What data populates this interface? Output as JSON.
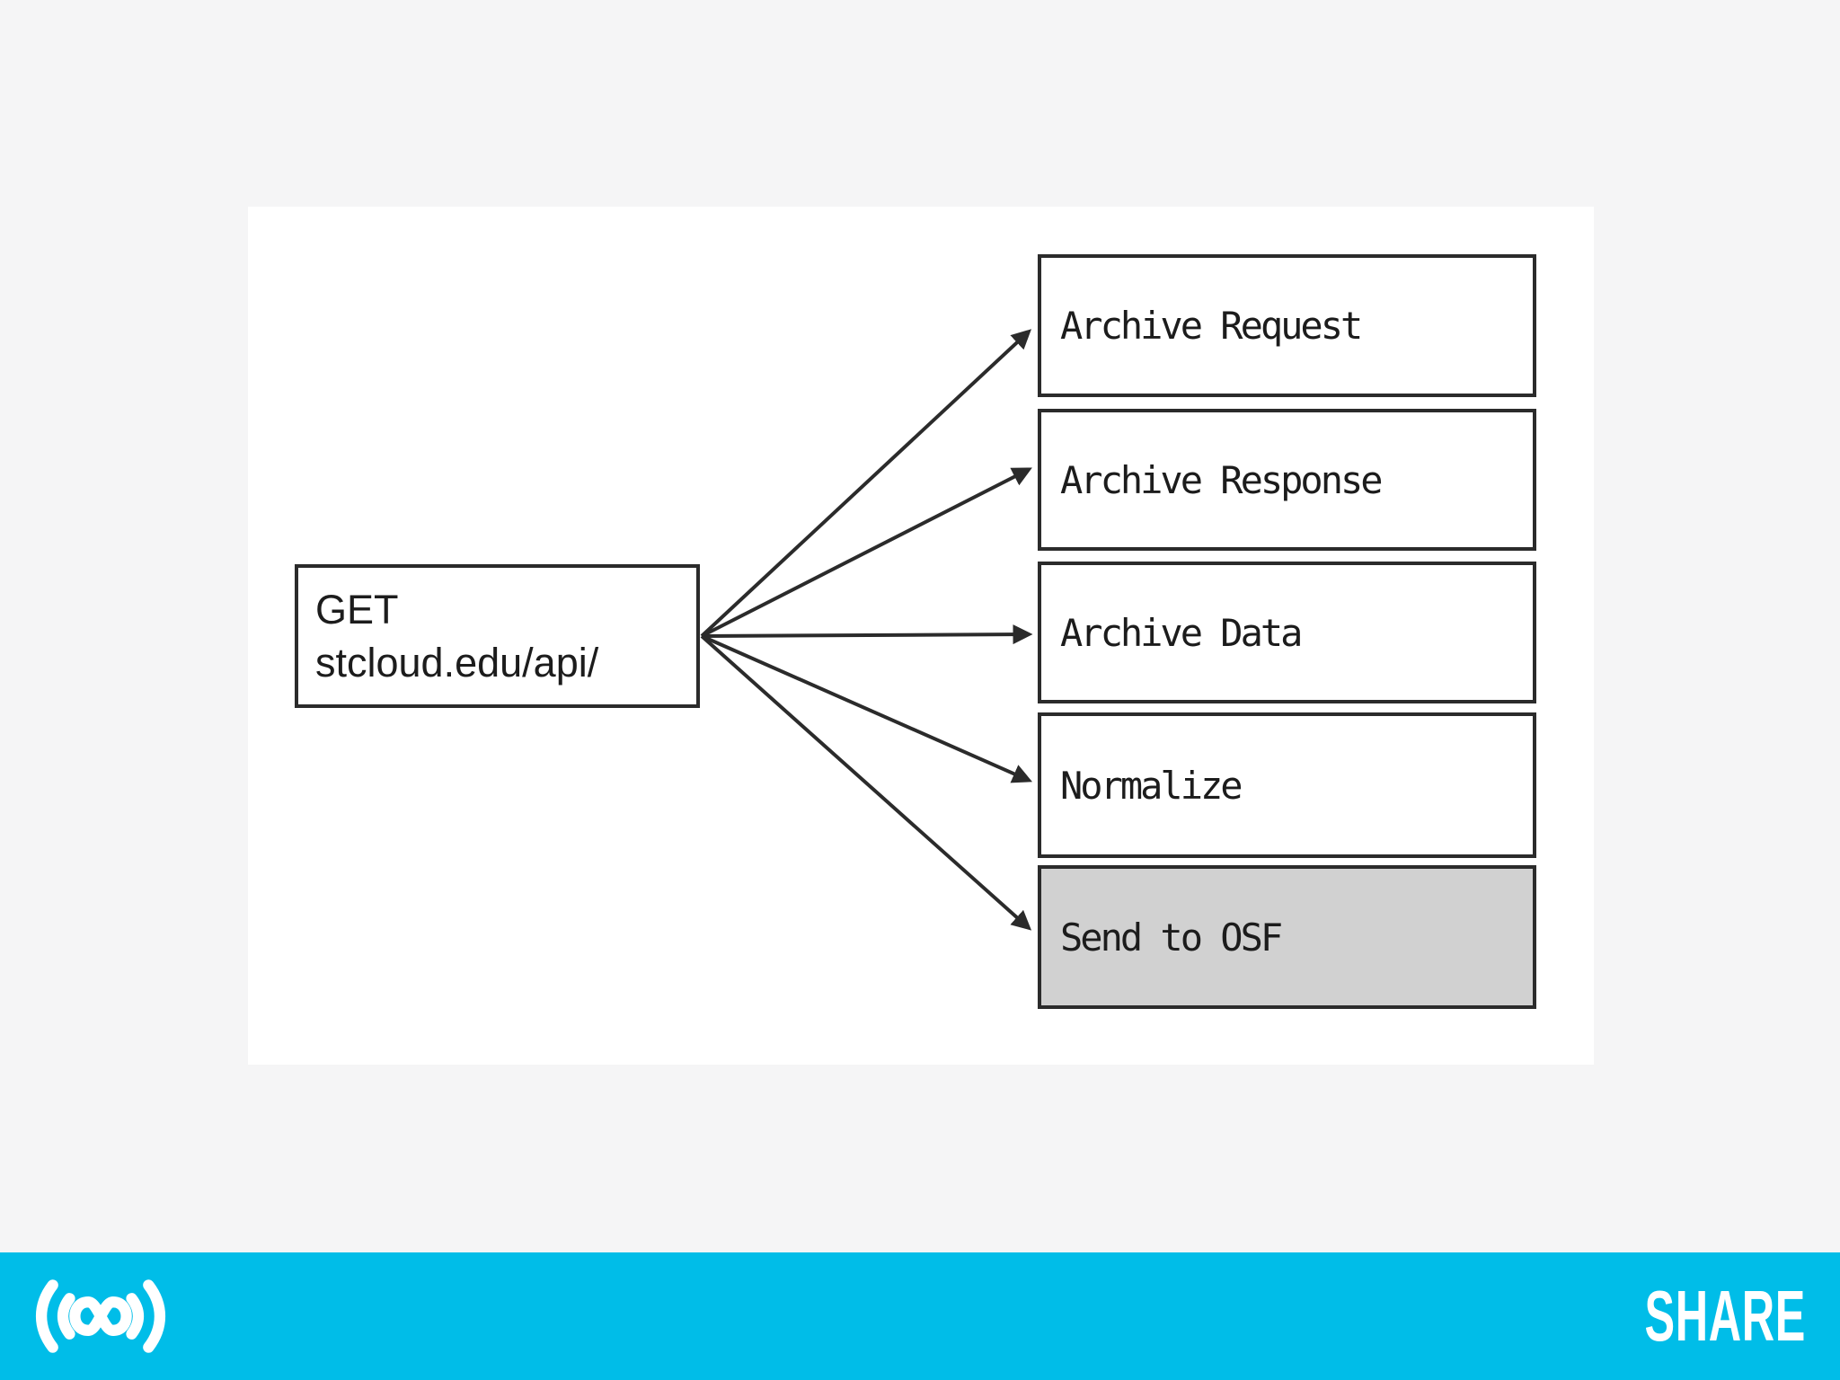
{
  "page": {
    "background_color": "#f5f5f6",
    "panel_color": "#ffffff"
  },
  "diagram": {
    "source_box": {
      "line1": "GET",
      "line2": "stcloud.edu/api/"
    },
    "steps": [
      {
        "label": "Archive Request",
        "highlighted": false
      },
      {
        "label": "Archive Response",
        "highlighted": false
      },
      {
        "label": "Archive Data",
        "highlighted": false
      },
      {
        "label": "Normalize",
        "highlighted": false
      },
      {
        "label": "Send to OSF",
        "highlighted": true
      }
    ],
    "colors": {
      "box_border": "#2b2b2b",
      "arrow": "#2b2b2b",
      "box_fill": "#ffffff",
      "highlight_fill": "#d1d1d1"
    }
  },
  "footer": {
    "brand_wordmark": "SHARE",
    "bar_color": "#00bde8",
    "logo_icon": "soundwave-infinity-icon"
  }
}
